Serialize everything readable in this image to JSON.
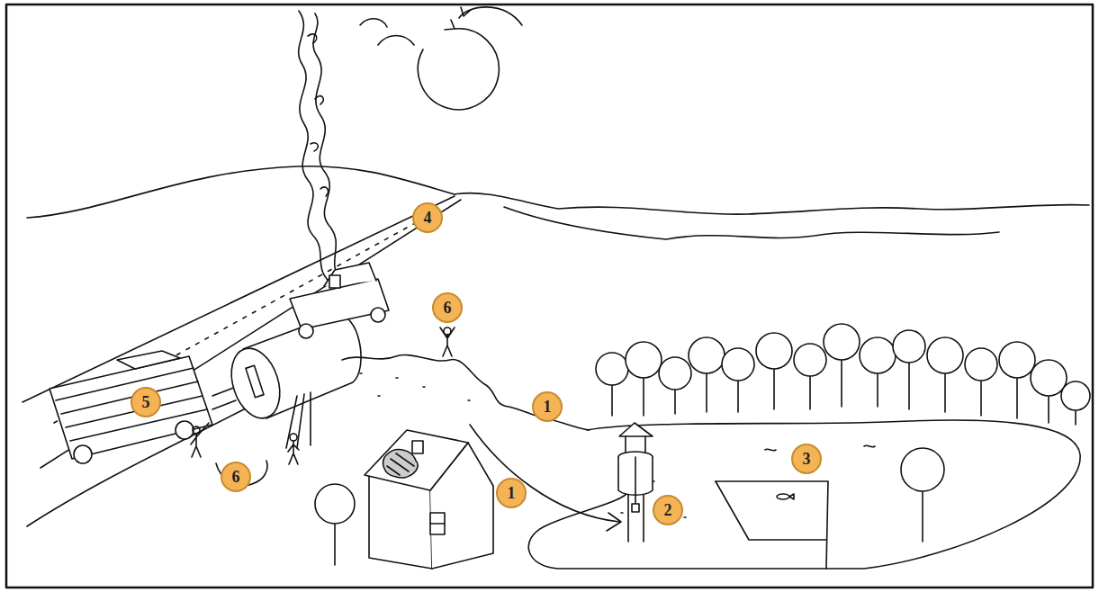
{
  "diagram": {
    "labels": [
      "4",
      "6",
      "5",
      "1",
      "3",
      "6",
      "1",
      "2"
    ]
  }
}
